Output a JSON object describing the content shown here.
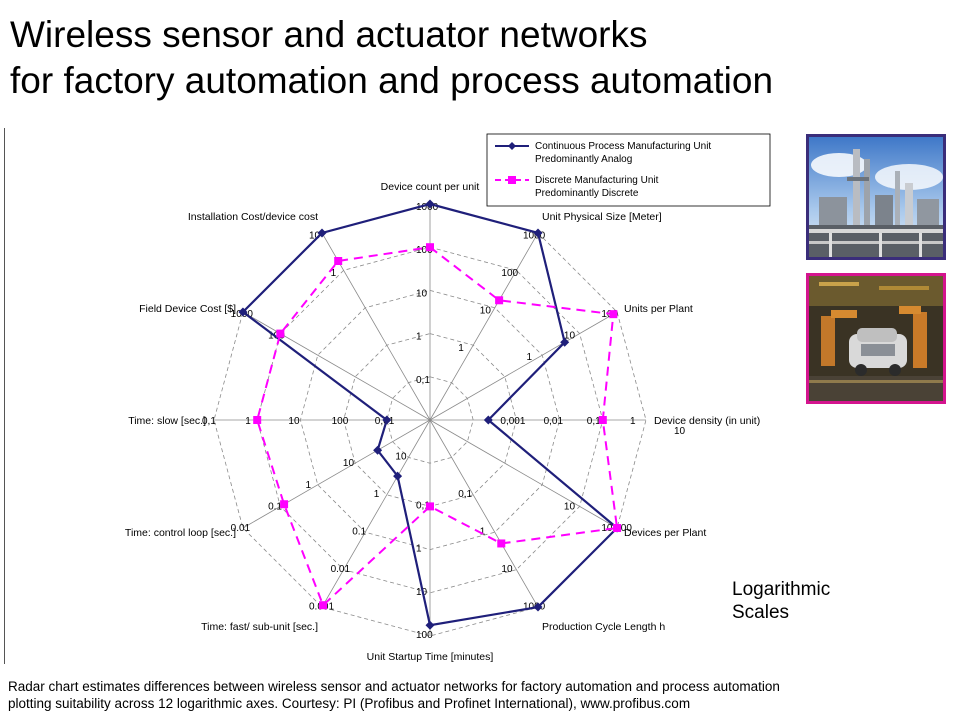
{
  "slide": {
    "title_line1": "Wireless sensor and actuator networks",
    "title_line2": "for factory automation and process automation",
    "log_note_line1": "Logarithmic",
    "log_note_line2": "Scales",
    "caption_line1": "Radar chart estimates differences between wireless sensor and actuator networks for factory automation and process automation",
    "caption_line2": "plotting suitability across 12 logarithmic axes. Courtesy: PI (Profibus and Profinet International), www.profibus.com",
    "photo1": "process-plant-photo",
    "photo2": "car-factory-photo"
  },
  "chart_data": {
    "type": "radar",
    "scale": "logarithmic",
    "rings": 5,
    "axes": [
      "Device count per unit",
      "Unit Physical Size [Meter]",
      "Units per Plant",
      "Device density (in unit)",
      "Devices per Plant",
      "Production Cycle Length h",
      "Unit Startup Time [minutes]",
      "Time:   fast/ sub-unit [sec.]",
      "Time:   control loop  [sec.]",
      "Time:   slow  [sec.]",
      "Field Device Cost [$]",
      "Installation Cost/device cost"
    ],
    "tick_labels": [
      [
        "1000",
        "100",
        "10",
        "1",
        "0,1"
      ],
      [
        "1000",
        "100",
        "10",
        "1",
        ""
      ],
      [
        "100",
        "10",
        "1",
        "",
        ""
      ],
      [
        "1",
        "0,1",
        "0,01",
        "0,001",
        ""
      ],
      [
        "10 000",
        "10",
        "",
        "",
        ""
      ],
      [
        "1000",
        "10",
        "1",
        "0,1",
        ""
      ],
      [
        "100",
        "10",
        "1",
        "0,1",
        ""
      ],
      [
        "0.001",
        "0.01",
        "0.1",
        "1",
        "10"
      ],
      [
        "0.01",
        "0.1",
        "1",
        "10",
        ""
      ],
      [
        "0,1",
        "1",
        "10",
        "100",
        "0,01"
      ],
      [
        "1000",
        "100",
        "",
        "",
        ""
      ],
      [
        "10",
        "1",
        "",
        "",
        ""
      ]
    ],
    "extra_tick": "10",
    "series": [
      {
        "name": "Continuous Process Manufacturing Unit Predominantly Analog",
        "color": "#1f1f7a",
        "line": "solid",
        "marker": "diamond",
        "levels": [
          1.0,
          1.0,
          0.72,
          0.27,
          1.0,
          1.0,
          0.95,
          0.3,
          0.28,
          0.2,
          1.0,
          1.0
        ]
      },
      {
        "name": "Discrete Manufacturing Unit Predominantly Discrete",
        "color": "#ff00ff",
        "line": "dashed",
        "marker": "square",
        "levels": [
          0.8,
          0.64,
          0.98,
          0.8,
          1.0,
          0.66,
          0.4,
          0.99,
          0.78,
          0.8,
          0.8,
          0.85
        ]
      }
    ],
    "legend": {
      "position": "top-right"
    }
  }
}
